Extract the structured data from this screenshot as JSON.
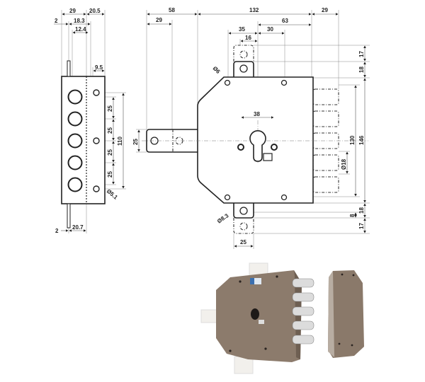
{
  "colors": {
    "line": "#222222",
    "photo_body": "#8c7b6c",
    "photo_bolt": "#d8d8d8"
  },
  "side_view": {
    "dims": {
      "w29": "29",
      "w20_5": "20.5",
      "w2_top": "2",
      "w18_3": "18.3",
      "w12_4": "12.4",
      "w9_5": "9.5",
      "p25a": "25",
      "p25b": "25",
      "p25c": "25",
      "p25d": "25",
      "h110": "110",
      "d5_1": "Ø5.1",
      "w2_bot": "2",
      "w20_7": "20.7"
    }
  },
  "front_view": {
    "dims": {
      "w58": "58",
      "w132": "132",
      "w29_right": "29",
      "w29_left": "29",
      "w63": "63",
      "w35": "35",
      "w30": "30",
      "w16": "16",
      "d6": "Ø6",
      "w38": "38",
      "h25_tab": "25",
      "d8_3": "Ø8.3",
      "w25_bottom": "25",
      "h17_top": "17",
      "h18_top": "18",
      "h130": "130",
      "h146": "146",
      "d18": "Ø18",
      "h8": "8",
      "h18_bot": "18",
      "h17_bot": "17"
    }
  }
}
